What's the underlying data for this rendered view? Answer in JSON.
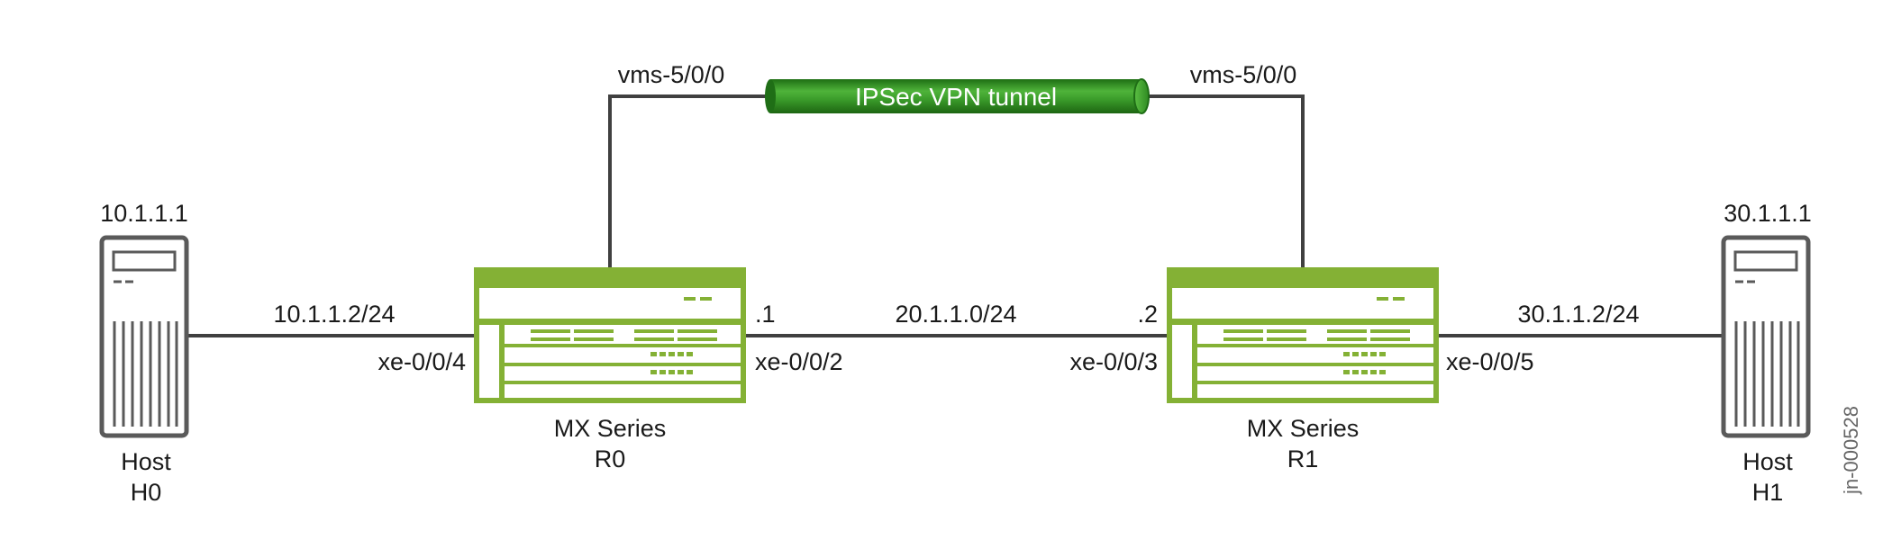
{
  "tunnel": {
    "label": "IPSec VPN tunnel"
  },
  "hosts": {
    "h0": {
      "ip": "10.1.1.1",
      "type": "Host",
      "name": "H0"
    },
    "h1": {
      "ip": "30.1.1.1",
      "type": "Host",
      "name": "H1"
    }
  },
  "routers": {
    "r0": {
      "series": "MX Series",
      "name": "R0",
      "tunnel_if": "vms-5/0/0",
      "left_if": "xe-0/0/4",
      "right_if": "xe-0/0/2",
      "right_addr": ".1"
    },
    "r1": {
      "series": "MX Series",
      "name": "R1",
      "tunnel_if": "vms-5/0/0",
      "left_if": "xe-0/0/3",
      "left_addr": ".2",
      "right_if": "xe-0/0/5"
    }
  },
  "links": {
    "h0_r0": "10.1.1.2/24",
    "r0_r1": "20.1.1.0/24",
    "r1_h1": "30.1.1.2/24"
  },
  "figure_id": "jn-000528",
  "colors": {
    "router_green": "#84b135",
    "tunnel_green": "#3a9b2a",
    "host_gray": "#5a5a5a",
    "line": "#404040"
  }
}
